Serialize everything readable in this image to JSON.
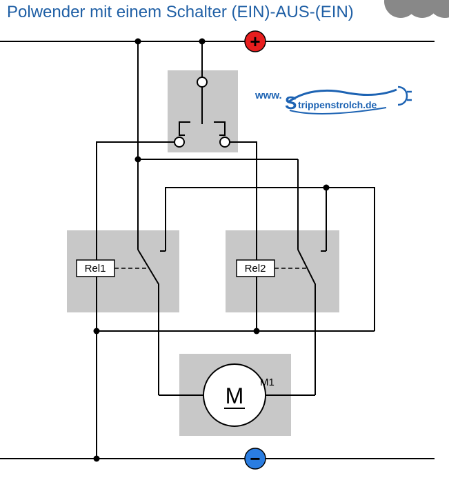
{
  "title": "Polwender mit einem Schalter (EIN)-AUS-(EIN)",
  "logo": {
    "prefix": "www.",
    "brand": "trippenstrolch.de",
    "initial": "S"
  },
  "terminals": {
    "plus": "+",
    "minus": "−"
  },
  "relays": [
    {
      "label": "Rel1"
    },
    {
      "label": "Rel2"
    }
  ],
  "motor": {
    "symbol": "M",
    "label": "M1"
  },
  "colors": {
    "title": "#1f5fa5",
    "plus_terminal": "#e81e1e",
    "minus_terminal": "#2a7de1",
    "gray_box": "#c8c8c8",
    "logo_blue": "#1d63b3"
  }
}
